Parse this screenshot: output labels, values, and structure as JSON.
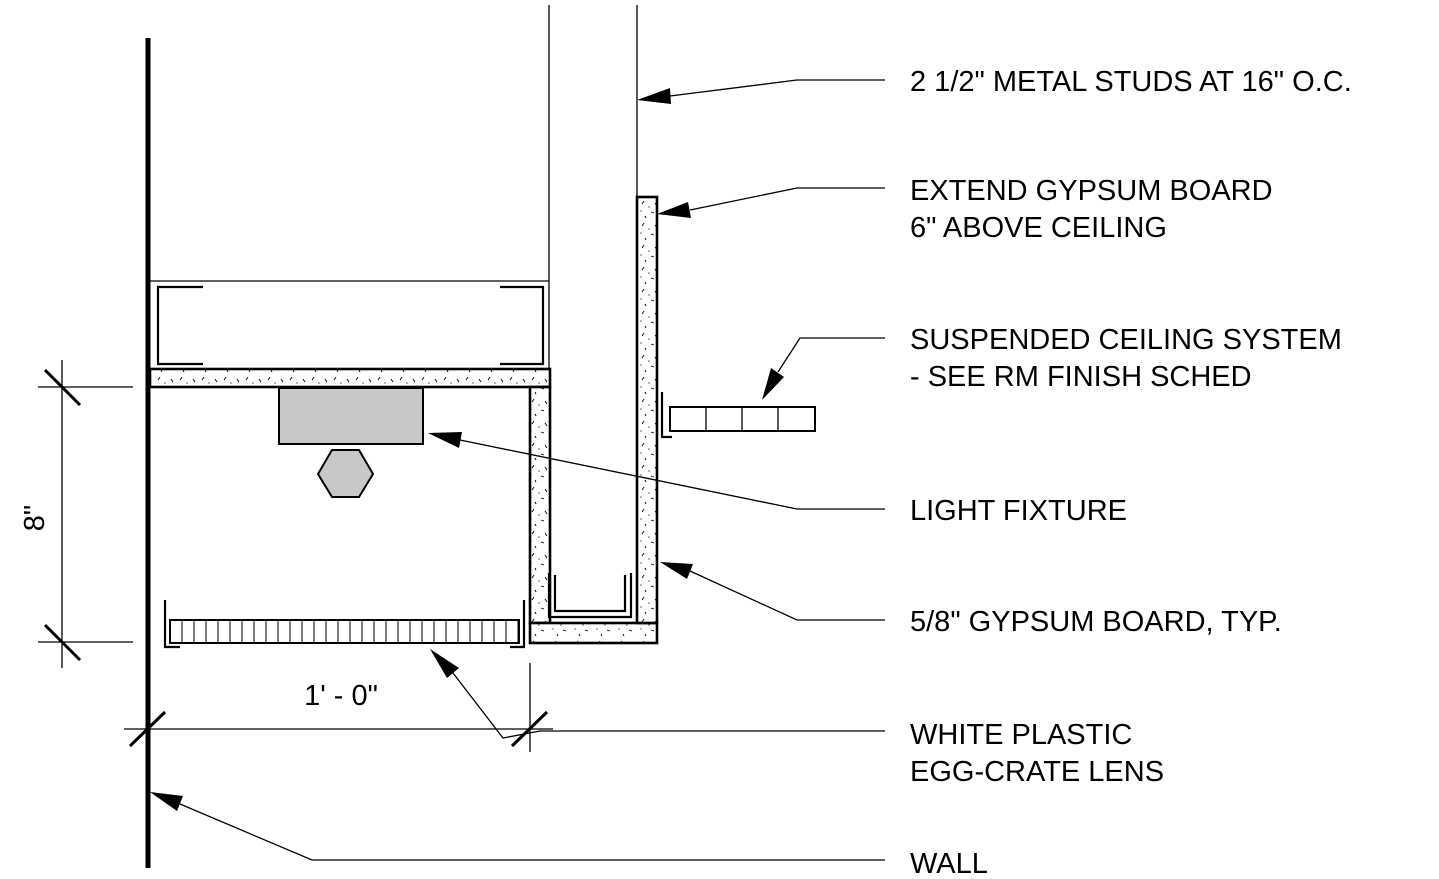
{
  "drawing": {
    "dimensions": {
      "vertical": "8\"",
      "horizontal": "1' - 0\""
    },
    "callouts": [
      {
        "id": "studs",
        "lines": [
          "2 1/2\" METAL STUDS AT 16\" O.C."
        ]
      },
      {
        "id": "gyp-extend",
        "lines": [
          "EXTEND GYPSUM BOARD",
          "6\" ABOVE CEILING"
        ]
      },
      {
        "id": "ceiling",
        "lines": [
          "SUSPENDED CEILING SYSTEM",
          "- SEE RM FINISH SCHED"
        ]
      },
      {
        "id": "fixture",
        "lines": [
          "LIGHT FIXTURE"
        ]
      },
      {
        "id": "gyp-typ",
        "lines": [
          "5/8\" GYPSUM BOARD, TYP."
        ]
      },
      {
        "id": "lens",
        "lines": [
          "WHITE PLASTIC",
          "EGG-CRATE LENS"
        ]
      },
      {
        "id": "wall",
        "lines": [
          "WALL"
        ]
      }
    ],
    "colors": {
      "line": "#000000",
      "fixture_fill": "#c8c8c8",
      "background": "#ffffff"
    }
  }
}
